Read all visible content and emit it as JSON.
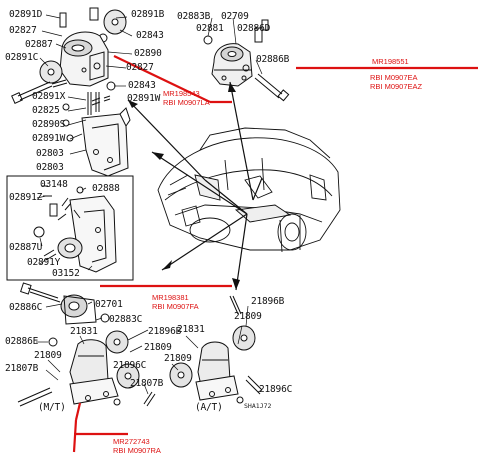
{
  "parts": {
    "p02891D": "02891D",
    "p02891B": "02891B",
    "p02827": "02827",
    "p02843a": "02843",
    "p02887": "02887",
    "p02890": "02890",
    "p02891C": "02891C",
    "p02827b": "02827",
    "p02843b": "02843",
    "p02891X": "02891X",
    "p02891W": "02891W",
    "p02825": "02825",
    "p02890S": "02890S",
    "p02891Wb": "02891W",
    "p02803a": "02803",
    "p02803b": "02803",
    "p03148": "03148",
    "p02888": "02888",
    "p02891Z": "02891Z",
    "p02887U": "02887U",
    "p02891Y": "02891Y",
    "p03152": "03152",
    "p02883B": "02883B",
    "p02709": "02709",
    "p02881": "02881",
    "p02886D": "02886D",
    "p02886B": "02886B",
    "p02886C": "02886C",
    "p02701": "02701",
    "p02883C": "02883C",
    "p02886E": "02886E",
    "p21831a": "21831",
    "p21896Ba": "21896B",
    "p21809a": "21809",
    "p21807Ba": "21807B",
    "p21896Ca": "21896C",
    "p21807Bb": "21807B",
    "p21896Bb": "21896B",
    "p21831b": "21831",
    "p21809b": "21809",
    "p21809c": "21809",
    "p21896Cb": "21896C",
    "p21809d": "21809"
  },
  "callouts": {
    "mr198543": "MR198543",
    "rbi_m0907la": "RBI M0907LA",
    "mr198551": "MR198551",
    "rbi_m0907ea": "RBI M0907EA",
    "rbi_m0907eaz": "RBI M0907EAZ",
    "mr198381": "MR198381",
    "rbi_m0907fa": "RBI M0907FA",
    "mr272743": "MR272743",
    "rbi_m0907ra": "RBI M0907RA"
  },
  "transmission": {
    "mt": "(M/T)",
    "at": "(A/T)"
  },
  "diagram_code": "SHA1J72",
  "colors": {
    "callout_red": "#d11111",
    "ink": "#111111"
  }
}
